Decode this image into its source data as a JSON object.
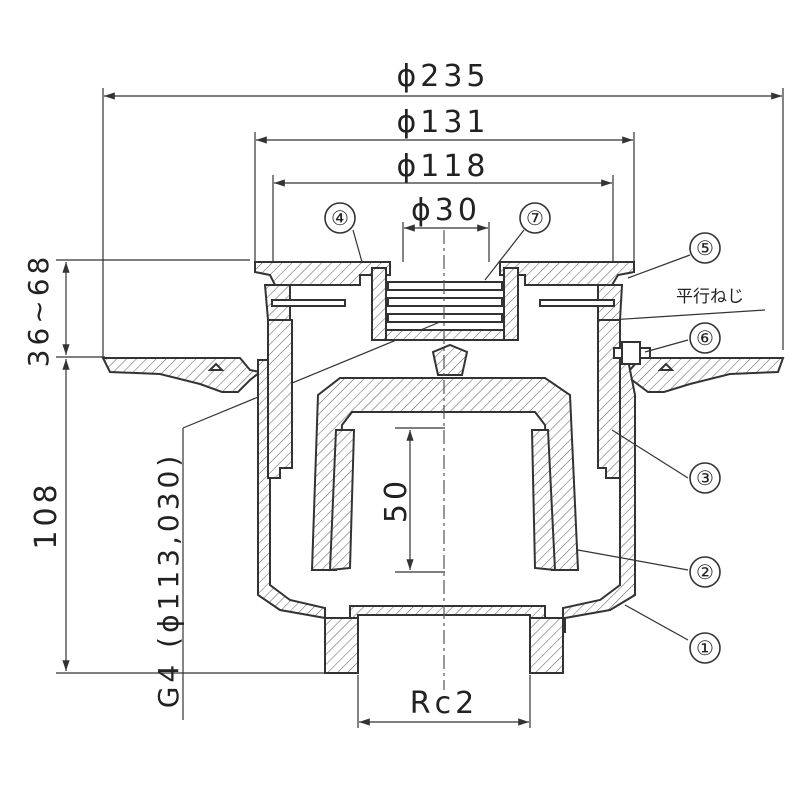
{
  "dimensions": {
    "overall_diameter": "ϕ235",
    "flange_diameter": "ϕ131",
    "grate_diameter": "ϕ118",
    "trap_diameter": "ϕ30",
    "adjust_height": "36~68",
    "body_height": "108",
    "trap_depth": "50",
    "outer_thread": "G4 (ϕ113,030)",
    "inner_thread": "Rc2"
  },
  "callouts": [
    {
      "number": "①"
    },
    {
      "number": "②"
    },
    {
      "number": "③"
    },
    {
      "number": "④"
    },
    {
      "number": "⑤"
    },
    {
      "number": "⑥"
    },
    {
      "number": "⑦"
    }
  ],
  "notes": {
    "parallel_thread": "平行ねじ"
  }
}
